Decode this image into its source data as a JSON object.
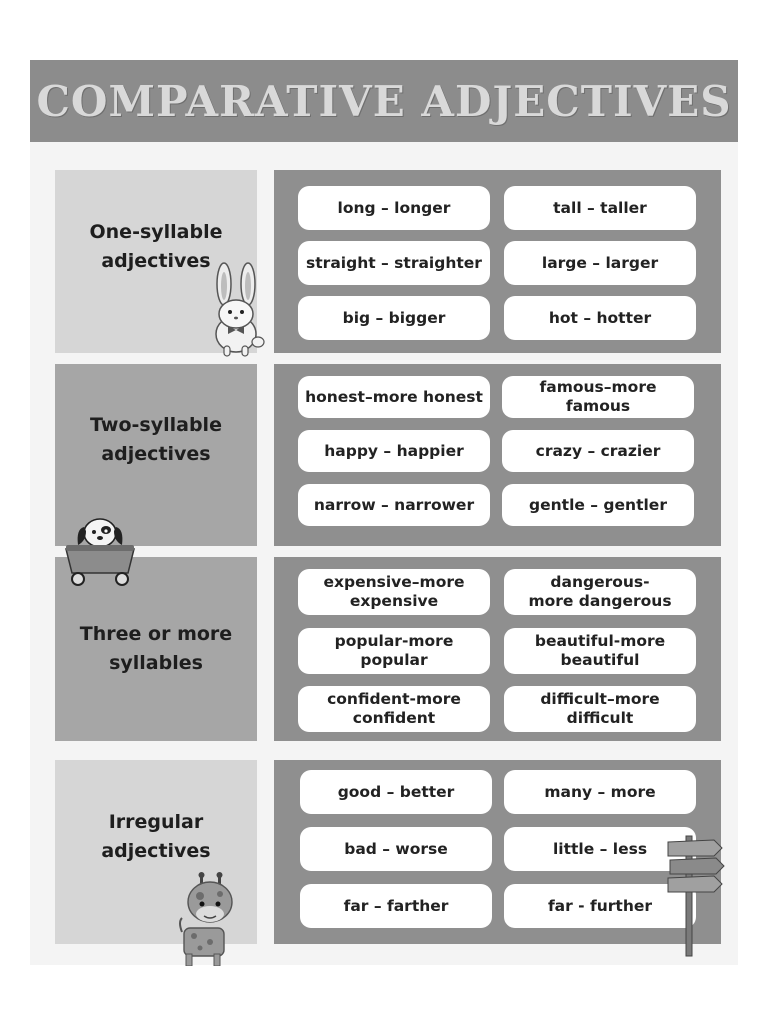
{
  "title": "COMPARATIVE ADJECTIVES",
  "sections": [
    {
      "label": "One-syllable\nadjectives",
      "pairs": [
        "long – longer",
        "tall – taller",
        "straight – straighter",
        "large – larger",
        "big – bigger",
        "hot – hotter"
      ]
    },
    {
      "label": "Two-syllable\nadjectives",
      "pairs": [
        "honest–more honest",
        "famous–more famous",
        "happy – happier",
        "crazy – crazier",
        "narrow – narrower",
        "gentle – gentler"
      ]
    },
    {
      "label": "Three or more\nsyllables",
      "pairs": [
        "expensive–more\nexpensive",
        "dangerous-\nmore dangerous",
        "popular-more\npopular",
        "beautiful-more\nbeautiful",
        "confident-more\nconfident",
        "difficult–more\ndifficult"
      ]
    },
    {
      "label": "Irregular\nadjectives",
      "pairs": [
        "good – better",
        "many – more",
        "bad – worse",
        "little – less",
        "far – farther",
        "far - further"
      ]
    }
  ],
  "illustrations": [
    "bunny-icon",
    "puppy-in-cart-icon",
    "giraffe-icon",
    "signpost-icon"
  ],
  "colors": {
    "title_bar": "#8c8c8c",
    "title_text": "#d9d9d9",
    "grid_box": "#8f8f8f",
    "label_light": "#d6d6d6",
    "label_dark": "#a6a6a6"
  }
}
